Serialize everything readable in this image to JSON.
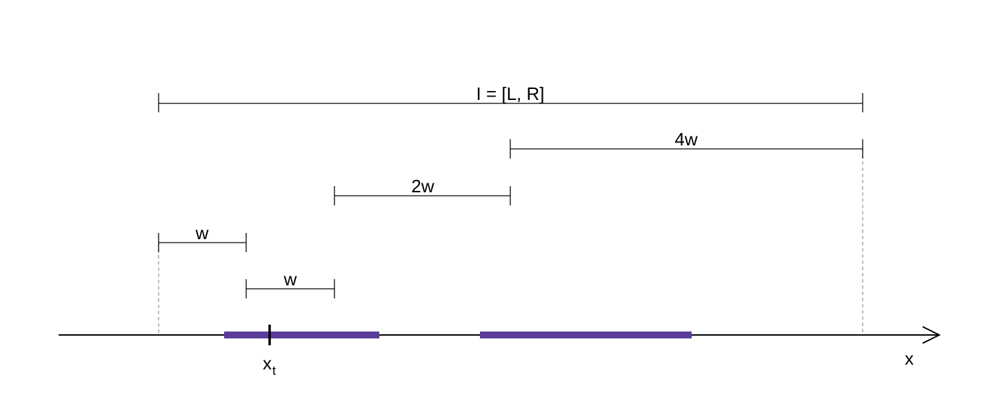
{
  "labels": {
    "interval": "I = [L, R]",
    "span_4w": "4w",
    "span_2w": "2w",
    "span_w_upper": "w",
    "span_w_lower": "w",
    "point_main": "x",
    "point_sub": "t",
    "axis": "x"
  },
  "colors": {
    "line": "#000000",
    "segment": "#5b3c9b",
    "guide": "#999999"
  }
}
